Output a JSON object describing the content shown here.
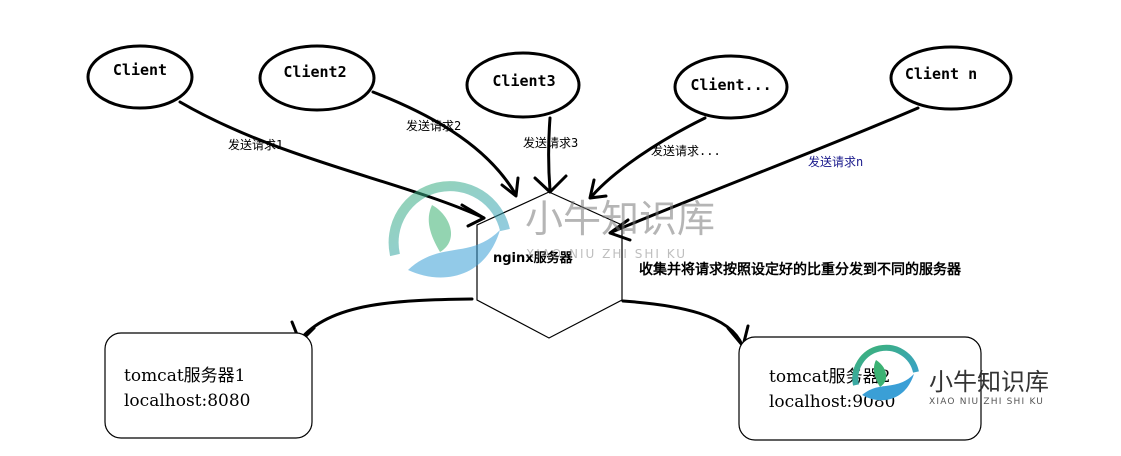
{
  "clients": [
    {
      "label": "Client"
    },
    {
      "label": "Client2"
    },
    {
      "label": "Client3"
    },
    {
      "label": "Client..."
    },
    {
      "label": "Client n"
    }
  ],
  "requests": [
    {
      "label": "发送请求1"
    },
    {
      "label": "发送请求2"
    },
    {
      "label": "发送请求3"
    },
    {
      "label": "发送请求..."
    },
    {
      "label": "发送请求n"
    }
  ],
  "nginx": {
    "label": "nginx服务器"
  },
  "note": "收集并将请求按照设定好的比重分发到不同的服务器",
  "servers": [
    {
      "name": "tomcat服务器1",
      "address": "localhost:8080"
    },
    {
      "name": "tomcat服务器2",
      "address": "localhost:9080"
    }
  ],
  "watermark": {
    "brand": "小牛知识库",
    "pinyin": "XIAO NIU ZHI SHI KU",
    "colors": {
      "green": "#3bb273",
      "blue": "#3a9fd6"
    }
  }
}
